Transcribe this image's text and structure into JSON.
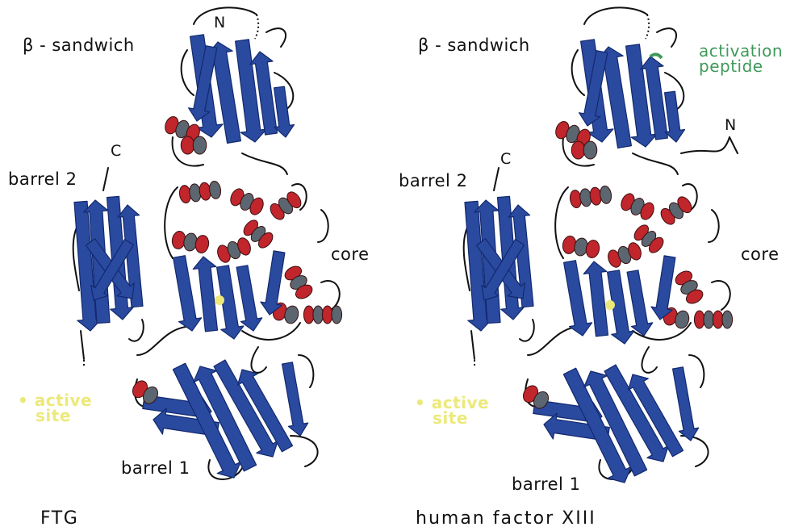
{
  "colors": {
    "strand": "#2a4aa0",
    "strand_edge": "#12296e",
    "helix": "#c0262c",
    "helix_back": "#5b6670",
    "coil": "#111111",
    "active_site": "#ece97a",
    "activation_peptide": "#3f9a5a"
  },
  "left_panel": {
    "caption": "FTG",
    "labels": {
      "sandwich": "β - sandwich",
      "n_term": "N",
      "c_term": "C",
      "barrel2": "barrel 2",
      "core": "core",
      "barrel1": "barrel 1",
      "active_site_line1": "active",
      "active_site_line2": "site"
    }
  },
  "right_panel": {
    "caption": "human factor XIII",
    "labels": {
      "sandwich": "β - sandwich",
      "activation_line1": "activation",
      "activation_line2": "peptide",
      "n_term": "N",
      "c_term": "C",
      "barrel2": "barrel 2",
      "core": "core",
      "barrel1": "barrel 1",
      "active_site_line1": "active",
      "active_site_line2": "site"
    }
  }
}
